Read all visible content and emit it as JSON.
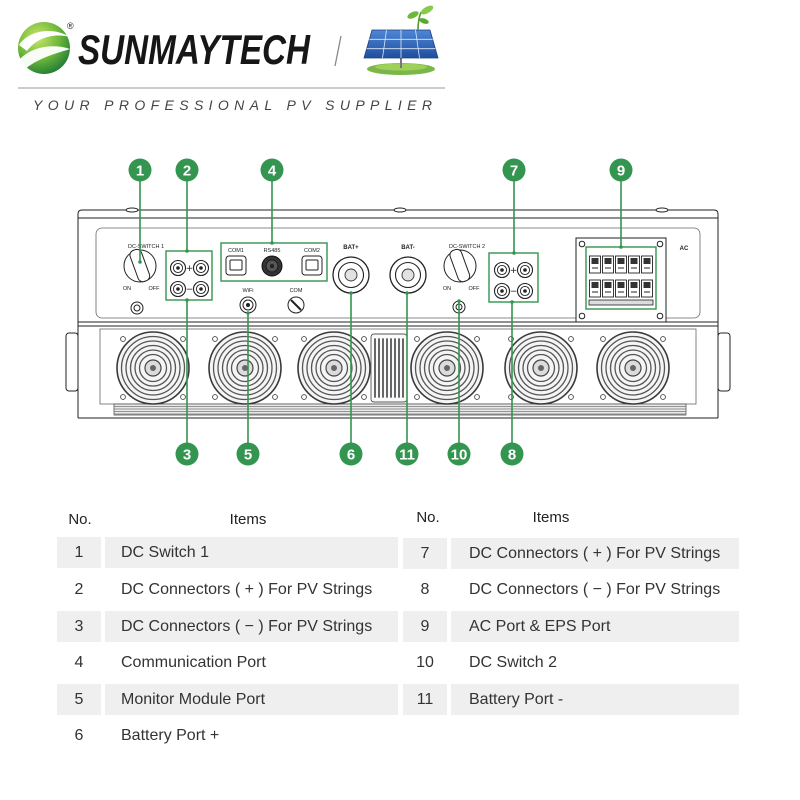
{
  "brand": {
    "name": "SUNMAYTECH",
    "registered_mark": "®",
    "separator": "/",
    "tagline": "YOUR PROFESSIONAL PV SUPPLIER"
  },
  "icons": {
    "brand_logo": "green-sphere-logo-icon",
    "solar": "solar-panel-icon",
    "fan": "cooling-fan-icon"
  },
  "colors": {
    "callout_green": "#33954f",
    "logo_green": "#6fb83a",
    "logo_green_dark": "#1f7a36",
    "panel_blue": "#2f62b3",
    "text": "#333333",
    "row_shade": "#efefef",
    "line": "#222222"
  },
  "diagram": {
    "callouts": [
      {
        "number": "1"
      },
      {
        "number": "2"
      },
      {
        "number": "3"
      },
      {
        "number": "4"
      },
      {
        "number": "5"
      },
      {
        "number": "6"
      },
      {
        "number": "7"
      },
      {
        "number": "8"
      },
      {
        "number": "9"
      },
      {
        "number": "10"
      },
      {
        "number": "11"
      }
    ],
    "labels": {
      "dc_switch_1": "DC-SWITCH 1",
      "dc_switch_2": "DC-SWITCH 2",
      "on": "ON",
      "off": "OFF",
      "plus": "+",
      "minus": "−",
      "com1": "COM1",
      "rs485": "RS485",
      "com2": "COM2",
      "wifi": "WiFi",
      "com": "COM",
      "bat_plus": "BAT+",
      "bat_minus": "BAT-",
      "ac": "AC"
    }
  },
  "table": {
    "header_no": "No.",
    "header_items": "Items",
    "left": [
      {
        "no": "1",
        "item": "DC Switch 1"
      },
      {
        "no": "2",
        "item": "DC Connectors ( + ) For PV Strings"
      },
      {
        "no": "3",
        "item": "DC Connectors ( − ) For PV Strings"
      },
      {
        "no": "4",
        "item": "Communication Port"
      },
      {
        "no": "5",
        "item": "Monitor Module Port"
      },
      {
        "no": "6",
        "item": "Battery Port +"
      }
    ],
    "right": [
      {
        "no": "7",
        "item": "DC Connectors ( + ) For PV Strings"
      },
      {
        "no": "8",
        "item": "DC Connectors ( − ) For PV Strings"
      },
      {
        "no": "9",
        "item": "AC Port & EPS Port"
      },
      {
        "no": "10",
        "item": "DC Switch 2"
      },
      {
        "no": "11",
        "item": "Battery Port -"
      }
    ]
  }
}
